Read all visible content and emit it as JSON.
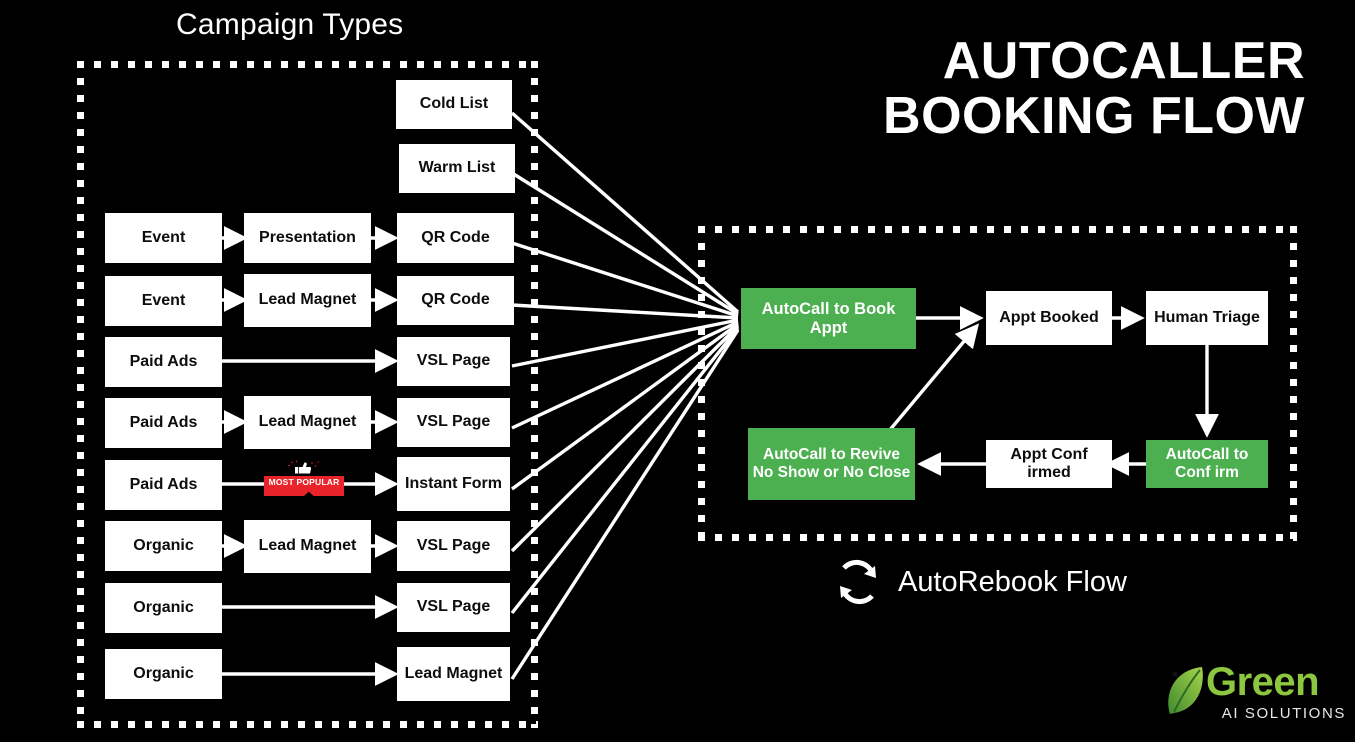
{
  "headings": {
    "campaign_types": "Campaign Types",
    "main_title_line1": "AUTOCALLER",
    "main_title_line2": "BOOKING FLOW",
    "autorebook": "AutoRebook Flow"
  },
  "colors": {
    "background": "#000000",
    "node_white": "#ffffff",
    "node_green": "#4CAF50",
    "badge_red": "#E8232A",
    "logo_green": "#8DC63F",
    "connector": "#ffffff"
  },
  "campaign_rows": [
    {
      "source": "",
      "middle": "",
      "destination": "Cold List"
    },
    {
      "source": "",
      "middle": "",
      "destination": "Warm List"
    },
    {
      "source": "Event",
      "middle": "Presentation",
      "destination": "QR Code"
    },
    {
      "source": "Event",
      "middle": "Lead Magnet",
      "destination": "QR Code"
    },
    {
      "source": "Paid Ads",
      "middle": "",
      "destination": "VSL Page"
    },
    {
      "source": "Paid Ads",
      "middle": "Lead Magnet",
      "destination": "VSL Page"
    },
    {
      "source": "Paid Ads",
      "middle": "",
      "destination": "Instant Form"
    },
    {
      "source": "Organic",
      "middle": "Lead Magnet",
      "destination": "VSL Page"
    },
    {
      "source": "Organic",
      "middle": "",
      "destination": "VSL Page"
    },
    {
      "source": "Organic",
      "middle": "",
      "destination": "Lead Magnet"
    }
  ],
  "badge": {
    "label": "MOST POPULAR",
    "icon": "thumbs-up-icon"
  },
  "flow_nodes": [
    {
      "id": "autocall-book-appt",
      "label": "AutoCall to Book Appt",
      "style": "green"
    },
    {
      "id": "appt-booked",
      "label": "Appt Booked",
      "style": "white"
    },
    {
      "id": "human-triage",
      "label": "Human Triage",
      "style": "white"
    },
    {
      "id": "autocall-confirm",
      "label": "AutoCall to Conf irm",
      "style": "green"
    },
    {
      "id": "appt-confirmed",
      "label": "Appt Conf irmed",
      "style": "white"
    },
    {
      "id": "autocall-revive",
      "label": "AutoCall to Revive No Show or No Close",
      "style": "green"
    }
  ],
  "logo": {
    "wordmark": "Green",
    "tagline": "AI SOLUTIONS",
    "mark": "leaf-icon"
  }
}
